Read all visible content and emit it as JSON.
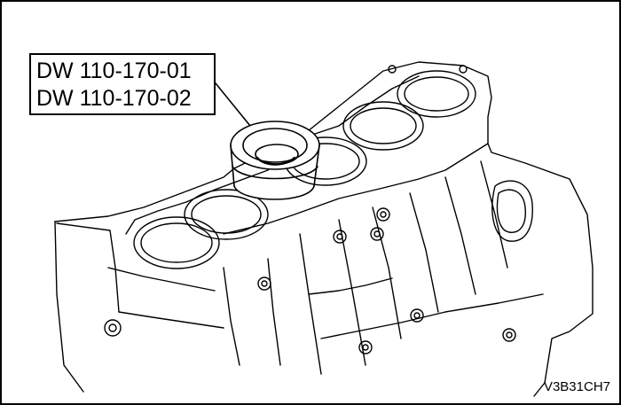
{
  "callout": {
    "lines": [
      "DW 110-170-01",
      "DW 110-170-02"
    ]
  },
  "figure_id": "V3B31CH7",
  "icons": {
    "tool": "seal-installer-tool-icon",
    "engine": "cylinder-block-icon"
  },
  "colors": {
    "line": "#000000",
    "background": "#ffffff"
  }
}
